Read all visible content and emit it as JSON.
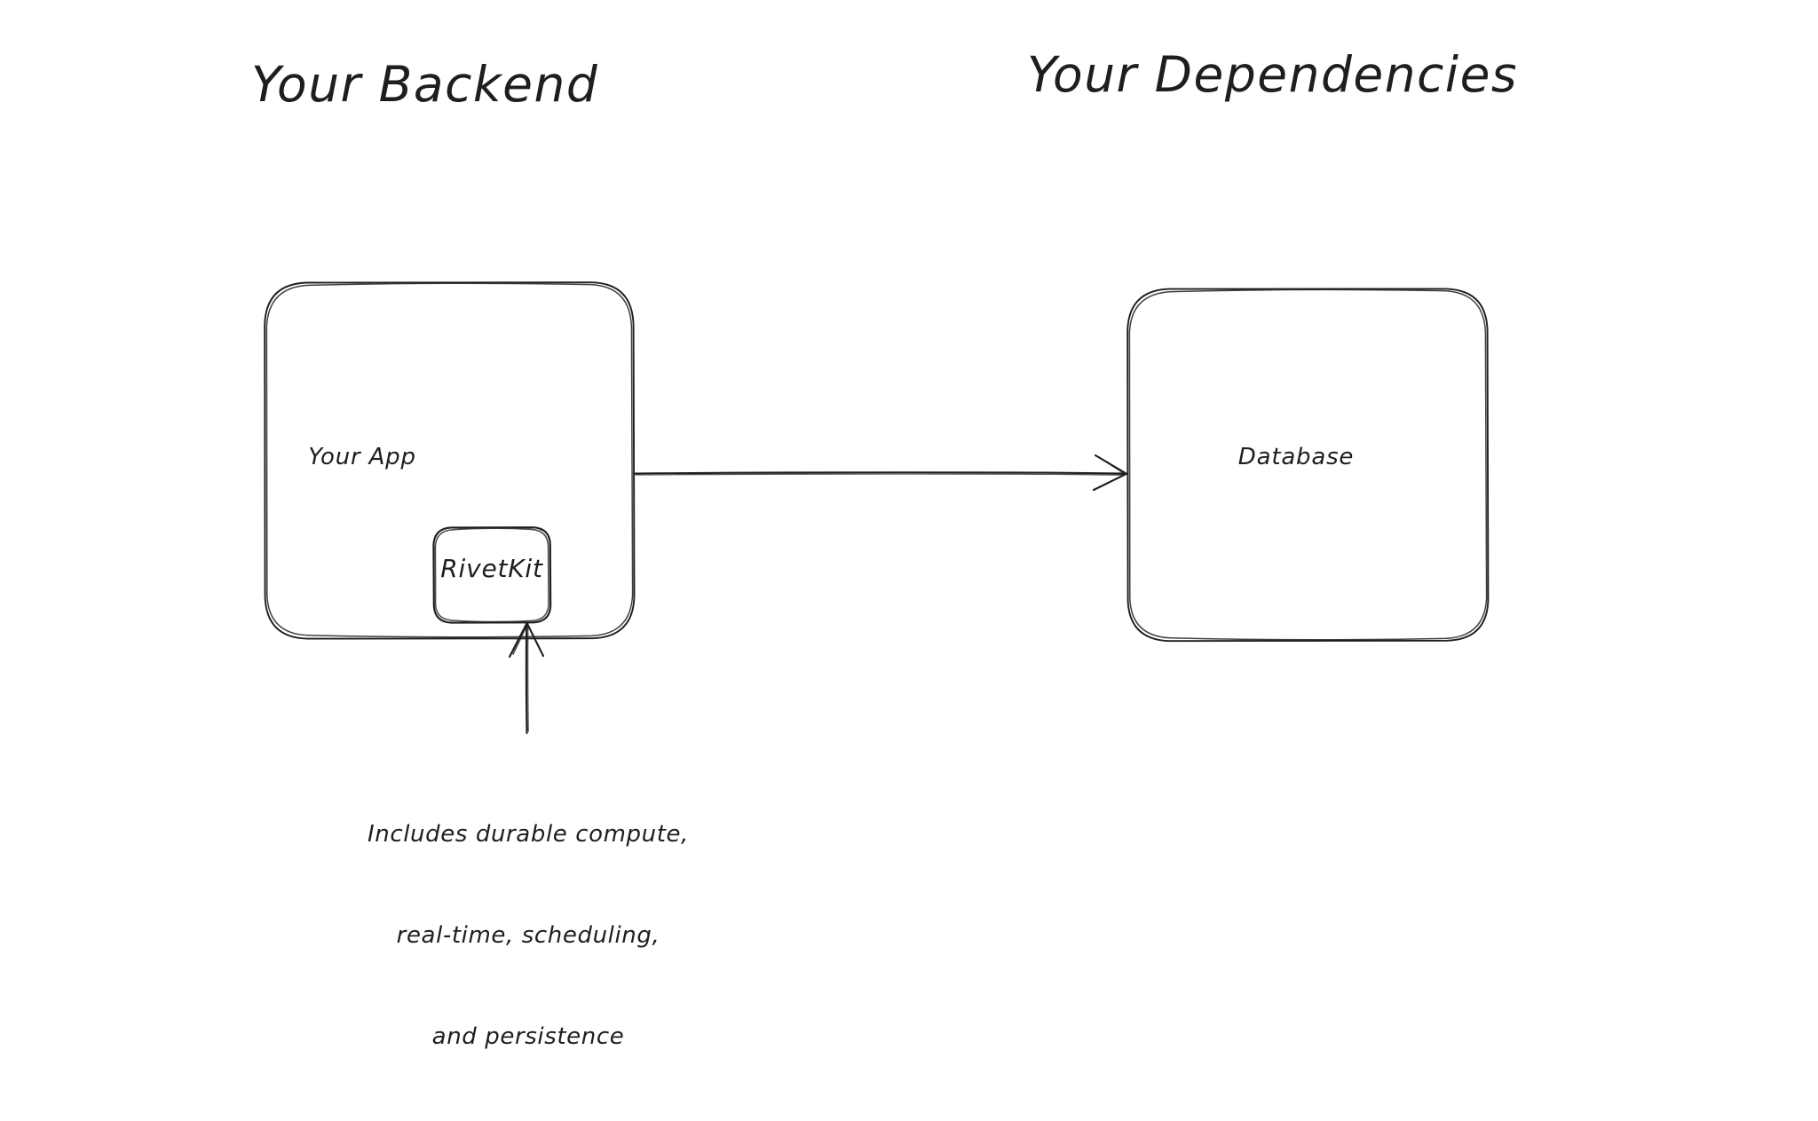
{
  "canvas": {
    "background": "#ffffff",
    "ink_color": "#1e1e1e",
    "style": "hand-drawn sketch"
  },
  "groups": [
    {
      "id": "backend",
      "title": "Your Backend"
    },
    {
      "id": "dependencies",
      "title": "Your Dependencies"
    }
  ],
  "titles": {
    "backend": "Your Backend",
    "dependencies": "Your Dependencies"
  },
  "nodes": {
    "your_app": {
      "label": "Your App"
    },
    "rivetkit": {
      "label": "RivetKit"
    },
    "database": {
      "label": "Database"
    }
  },
  "caption": {
    "line1": "Includes durable compute,",
    "line2": "real-time, scheduling,",
    "line3": "and persistence",
    "full": "Includes durable compute, real-time, scheduling, and persistence"
  },
  "connections": [
    {
      "id": "app-to-database",
      "from": "your_app",
      "to": "database",
      "direction": "right",
      "arrowhead": "end"
    },
    {
      "id": "caption-to-rivetkit",
      "from": "caption",
      "to": "rivetkit",
      "direction": "up",
      "arrowhead": "end"
    }
  ]
}
